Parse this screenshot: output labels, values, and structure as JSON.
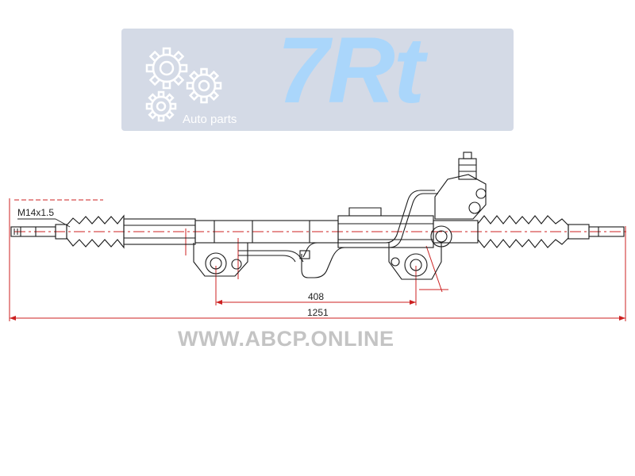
{
  "logo": {
    "brand": "7Rt",
    "tagline": "Auto parts",
    "icon": "gears-icon",
    "background_color": "#d4dae6",
    "brand_color": "#aad6fb"
  },
  "drawing": {
    "thread_label": "M14x1.5",
    "dimensions": {
      "inner": "408",
      "overall": "1251"
    },
    "dimension_line_color": "#cc2020"
  },
  "watermark": "WWW.ABCP.ONLINE"
}
